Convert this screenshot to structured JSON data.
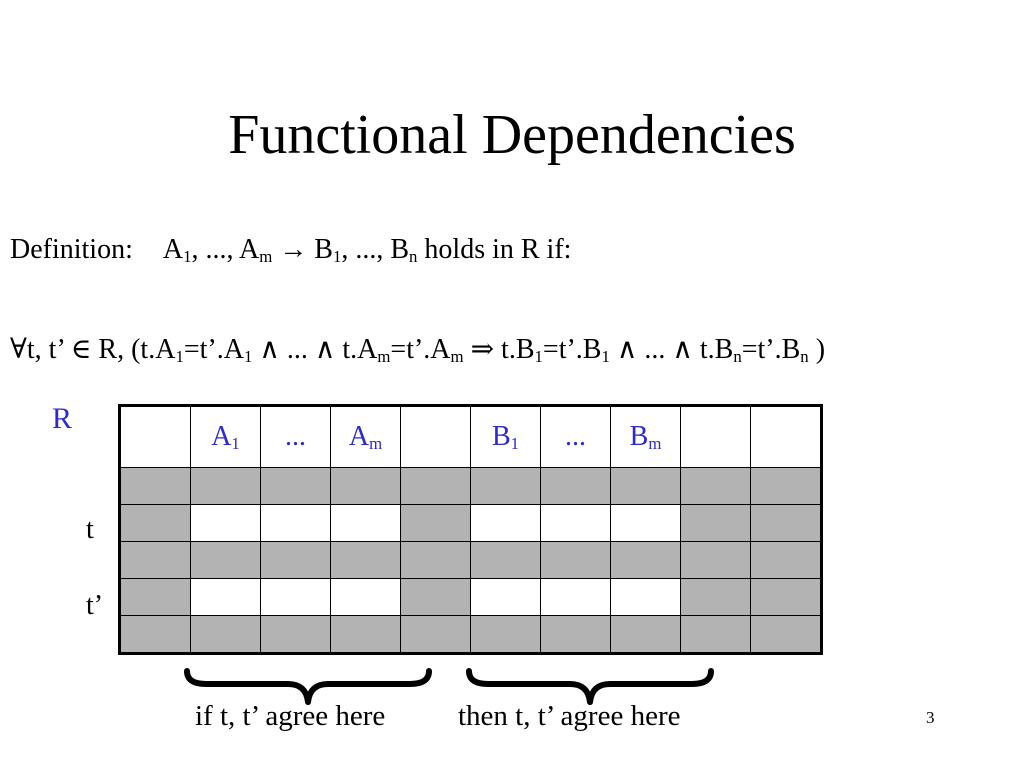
{
  "title": "Functional Dependencies",
  "definition": {
    "label": "Definition:",
    "a1": "A",
    "a1_sub": "1",
    "a_mid": ", ..., ",
    "am": "A",
    "am_sub": "m",
    "arrow": "→",
    "b1": "B",
    "b1_sub": "1",
    "b_mid": ", ..., ",
    "bn": "B",
    "bn_sub": "n",
    "tail": " holds in R if:"
  },
  "formula": {
    "p1": "∀t, t’ ∈ R, (t.A",
    "s1": "1",
    "p2": "=t’.A",
    "s2": "1",
    "p3": " ∧ ... ∧ t.A",
    "s3": "m",
    "p4": "=t’.A",
    "s4": "m",
    "p5": " ⇒ t.B",
    "s5": "1",
    "p6": "=t’.B",
    "s6": "1",
    "p7": " ∧ ... ∧ t.B",
    "s7": "n",
    "p8": "=t’.B",
    "s8": "n",
    "p9": " )"
  },
  "relation_label": "R",
  "row_labels": {
    "t": "t",
    "t_prime": "t’"
  },
  "table_header": {
    "a1": "A",
    "a1_sub": "1",
    "a_dots": "...",
    "am": "A",
    "am_sub": "m",
    "b1": "B",
    "b1_sub": "1",
    "b_dots": "...",
    "bm": "B",
    "bm_sub": "m"
  },
  "captions": {
    "left": "if t, t’ agree here",
    "right": "then t, t’ agree here"
  },
  "page_number": "3",
  "colors": {
    "accent_blue": "#2b2bd0",
    "gray_cell": "#b3b3b3"
  }
}
